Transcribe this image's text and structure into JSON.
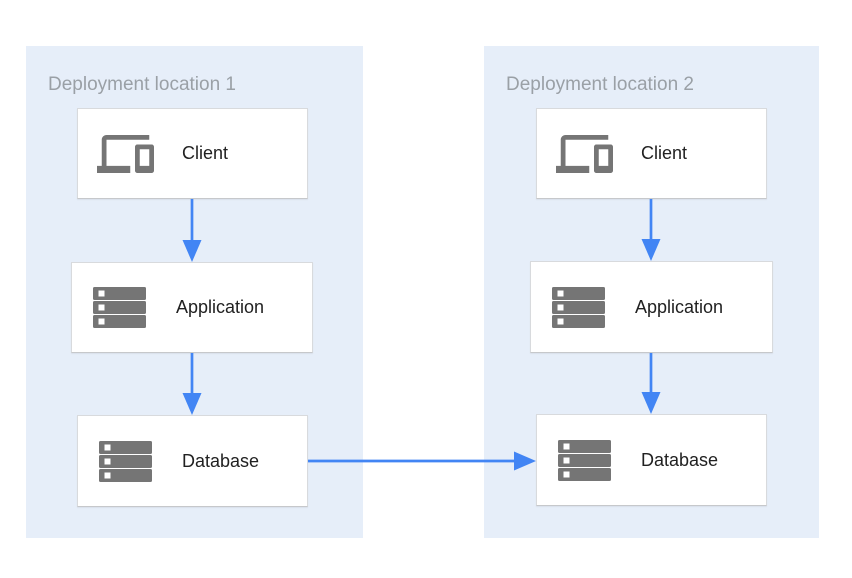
{
  "diagram": {
    "locations": [
      {
        "title": "Deployment location 1",
        "nodes": [
          {
            "label": "Client",
            "icon": "client-devices-icon"
          },
          {
            "label": "Application",
            "icon": "server-stack-icon"
          },
          {
            "label": "Database",
            "icon": "server-stack-icon"
          }
        ]
      },
      {
        "title": "Deployment location 2",
        "nodes": [
          {
            "label": "Client",
            "icon": "client-devices-icon"
          },
          {
            "label": "Application",
            "icon": "server-stack-icon"
          },
          {
            "label": "Database",
            "icon": "server-stack-icon"
          }
        ]
      }
    ],
    "connections": [
      {
        "from": "location-1-client",
        "to": "location-1-application",
        "direction": "down"
      },
      {
        "from": "location-1-application",
        "to": "location-1-database",
        "direction": "down"
      },
      {
        "from": "location-2-client",
        "to": "location-2-application",
        "direction": "down"
      },
      {
        "from": "location-2-application",
        "to": "location-2-database",
        "direction": "down"
      },
      {
        "from": "location-1-database",
        "to": "location-2-database",
        "direction": "right"
      }
    ],
    "colors": {
      "panel_background": "#e6eef9",
      "panel_title_gray": "#9aa0a6",
      "node_label": "#212121",
      "icon_gray": "#757575",
      "node_border": "#d8dadd",
      "arrow_blue": "#4285f4"
    }
  }
}
